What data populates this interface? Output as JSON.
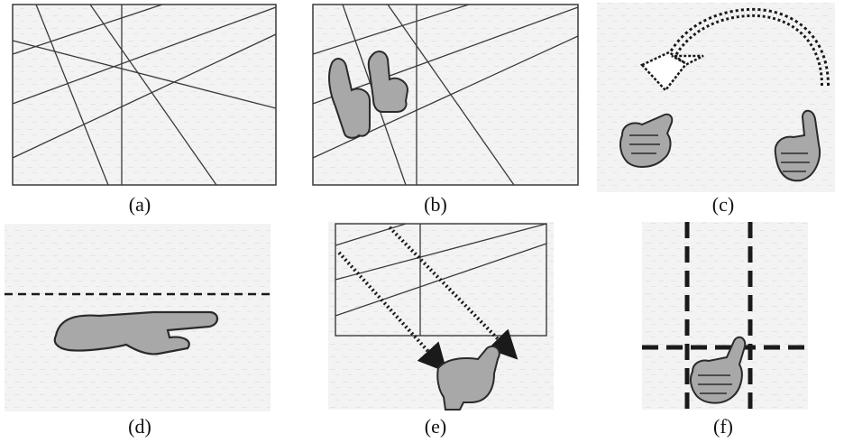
{
  "figure": {
    "captions": [
      "(a)",
      "(b)",
      "(c)",
      "(d)",
      "(e)",
      "(f)"
    ]
  },
  "colors": {
    "line": "#3a3a3a",
    "hand_fill": "#a8a8a8",
    "hand_stroke": "#2a2a2a",
    "paper_noise": "#eeeeee",
    "dash": "#1a1a1a"
  },
  "icons": [
    "pointing-hand-icon",
    "thumb-hand-icon",
    "flat-hand-icon",
    "rotate-arrow-icon",
    "dotted-arrow-icon"
  ]
}
